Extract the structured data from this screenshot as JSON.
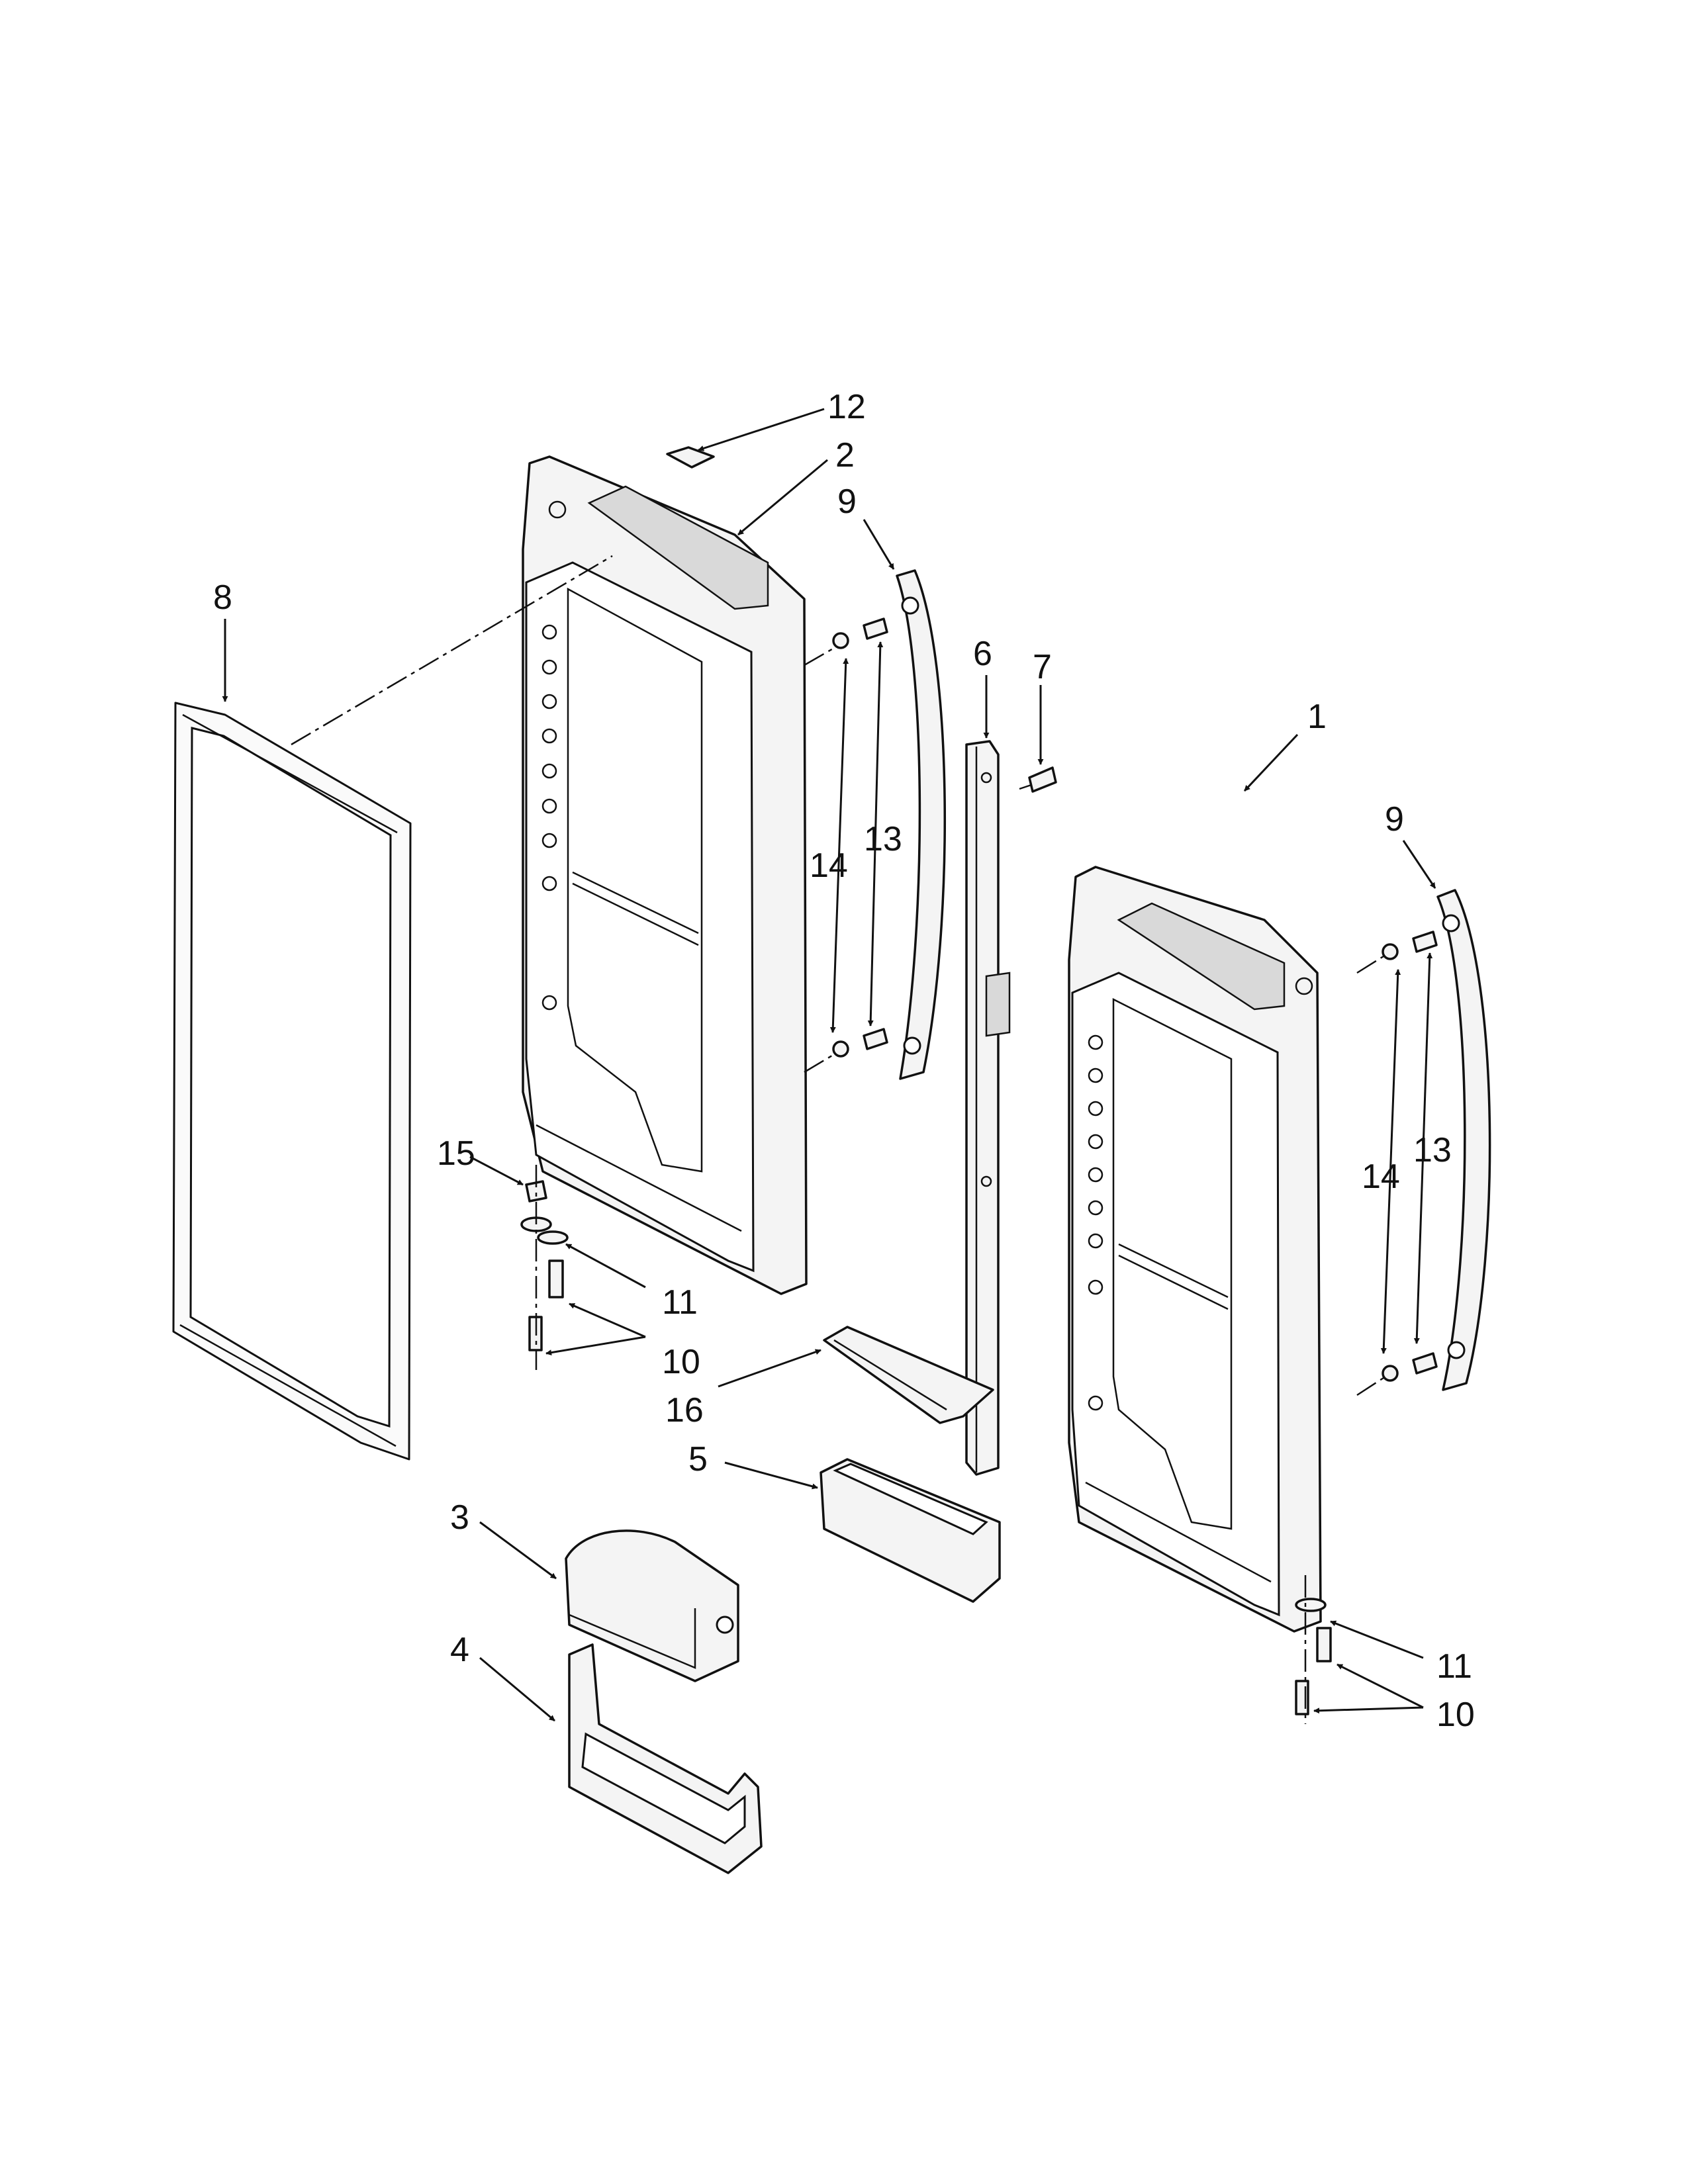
{
  "diagram": {
    "callouts": {
      "c1": "1",
      "c2": "2",
      "c3": "3",
      "c4": "4",
      "c5": "5",
      "c6": "6",
      "c7": "7",
      "c8": "8",
      "c9_left": "9",
      "c9_right": "9",
      "c10_left": "10",
      "c10_right": "10",
      "c11_left": "11",
      "c11_right": "11",
      "c12": "12",
      "c13_left": "13",
      "c13_right": "13",
      "c14_left": "14",
      "c14_right": "14",
      "c15": "15",
      "c16": "16"
    }
  }
}
